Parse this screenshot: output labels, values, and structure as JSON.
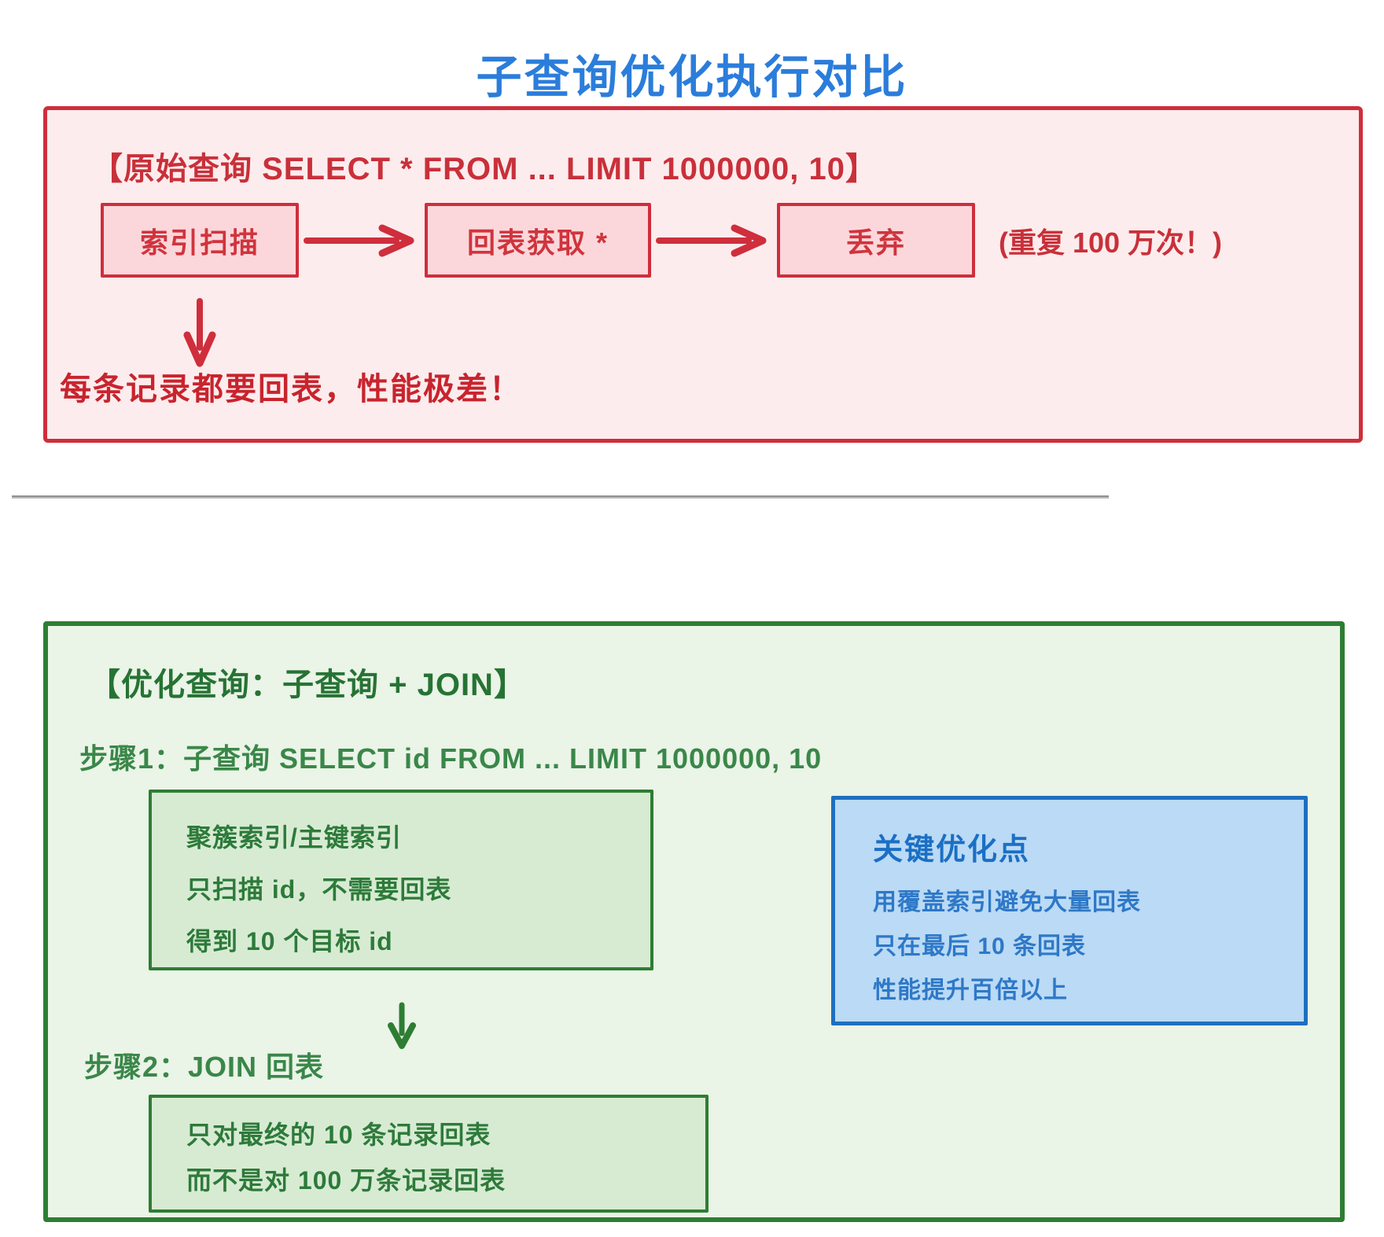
{
  "page": {
    "title": "子查询优化执行对比"
  },
  "colors": {
    "title_blue": "#2b7ddb",
    "red_accent": "#cf2e3c",
    "red_panel_bg": "#fdeced",
    "red_box_bg": "#fbd7db",
    "green_accent": "#2e7d33",
    "green_panel_bg": "#eaf4e7",
    "green_box_bg": "#d7ebd3",
    "blue_accent": "#1e6fc0",
    "blue_box_bg": "#badaf5"
  },
  "original": {
    "header": "【原始查询 SELECT * FROM ... LIMIT 1000000, 10】",
    "steps": [
      "索引扫描",
      "回表获取 *",
      "丢弃"
    ],
    "repeat_note": "(重复 100 万次！)",
    "warning": "每条记录都要回表，性能极差！"
  },
  "optimized": {
    "header": "【优化查询：子查询 + JOIN】",
    "step1_label": "步骤1：子查询 SELECT id FROM ... LIMIT 1000000, 10",
    "index_box": {
      "line1": "聚簇索引/主键索引",
      "line2": "只扫描 id，不需要回表",
      "line3": "得到 10 个目标 id"
    },
    "step2_label": "步骤2：JOIN 回表",
    "join_box": {
      "line1": "只对最终的 10 条记录回表",
      "line2": "而不是对 100 万条记录回表"
    }
  },
  "key_points": {
    "title": "关键优化点",
    "line1": "用覆盖索引避免大量回表",
    "line2": "只在最后 10 条回表",
    "line3": "性能提升百倍以上"
  }
}
